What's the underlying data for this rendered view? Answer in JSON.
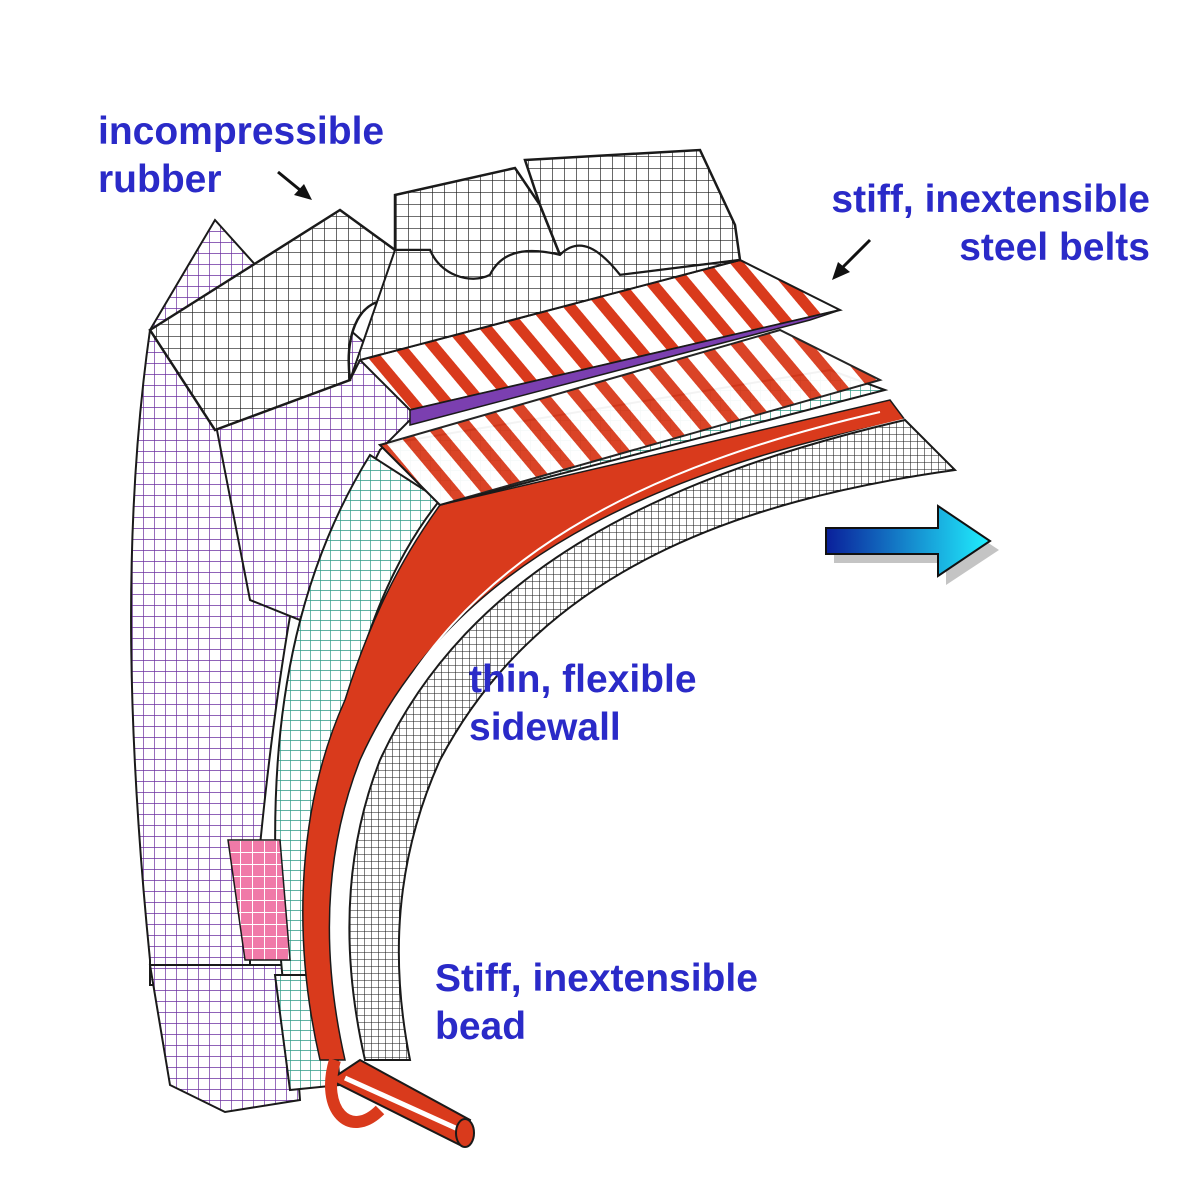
{
  "labels": {
    "rubber": [
      "incompressible",
      "rubber"
    ],
    "belts": [
      "stiff, inextensible",
      "steel belts"
    ],
    "sidewall": [
      "thin, flexible",
      "sidewall"
    ],
    "bead": [
      "Stiff, inextensible",
      "bead"
    ]
  },
  "colors": {
    "label_text": "#2a2ac8",
    "mesh_line": "#1a1a1a",
    "rubber_layer": "#7b3fb0",
    "ply_layer": "#2e9a86",
    "steel_layer": "#d93a1c",
    "bead_pink": "#f07aa8",
    "arrow_dark": "#0a1f9a",
    "arrow_light": "#20f0ff"
  },
  "icons": {
    "rubber_pointer": "arrow-pointer-icon",
    "belt_pointer": "arrow-pointer-icon",
    "load_direction": "right-arrow-icon"
  }
}
